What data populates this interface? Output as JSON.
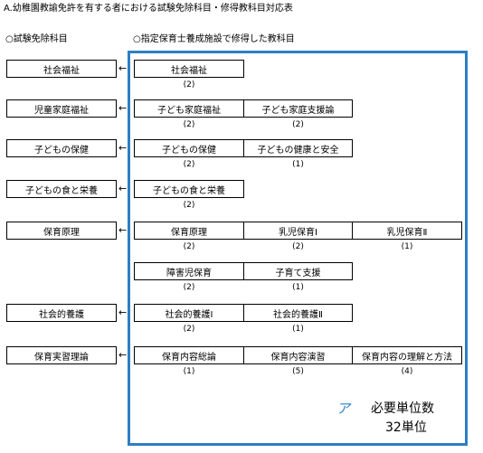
{
  "title": "A.幼稚園教諭免許を有する者における試験免除科目・修得教科目対応表",
  "header_left": "○試験免除科目",
  "header_right": "○指定保育士養成施設で修得した教科目",
  "arrow_glyph": "←",
  "rows": [
    {
      "exempt": "社会福祉",
      "courses": [
        {
          "name": "社会福祉",
          "units": "(2)"
        }
      ]
    },
    {
      "exempt": "児童家庭福祉",
      "courses": [
        {
          "name": "子ども家庭福祉",
          "units": "(2)"
        },
        {
          "name": "子ども家庭支援論",
          "units": "(2)"
        }
      ]
    },
    {
      "exempt": "子どもの保健",
      "courses": [
        {
          "name": "子どもの保健",
          "units": "(2)"
        },
        {
          "name": "子どもの健康と安全",
          "units": "(1)"
        }
      ]
    },
    {
      "exempt": "子どもの食と栄養",
      "courses": [
        {
          "name": "子どもの食と栄養",
          "units": "(2)"
        }
      ]
    },
    {
      "exempt": "保育原理",
      "courses": [
        {
          "name": "保育原理",
          "units": "(2)"
        },
        {
          "name": "乳児保育Ⅰ",
          "units": "(2)"
        },
        {
          "name": "乳児保育Ⅱ",
          "units": "(1)"
        }
      ]
    },
    {
      "exempt": "",
      "courses": [
        {
          "name": "障害児保育",
          "units": "(2)"
        },
        {
          "name": "子育て支援",
          "units": "(1)"
        }
      ]
    },
    {
      "exempt": "社会的養護",
      "courses": [
        {
          "name": "社会的養護Ⅰ",
          "units": "(2)"
        },
        {
          "name": "社会的養護Ⅱ",
          "units": "(1)"
        }
      ]
    },
    {
      "exempt": "保育実習理論",
      "courses": [
        {
          "name": "保育内容総論",
          "units": "(1)"
        },
        {
          "name": "保育内容演習",
          "units": "(5)"
        },
        {
          "name": "保育内容の理解と方法",
          "units": "(4)"
        }
      ]
    }
  ],
  "mark": "ア",
  "required_label": "必要単位数",
  "required_value": "32単位"
}
